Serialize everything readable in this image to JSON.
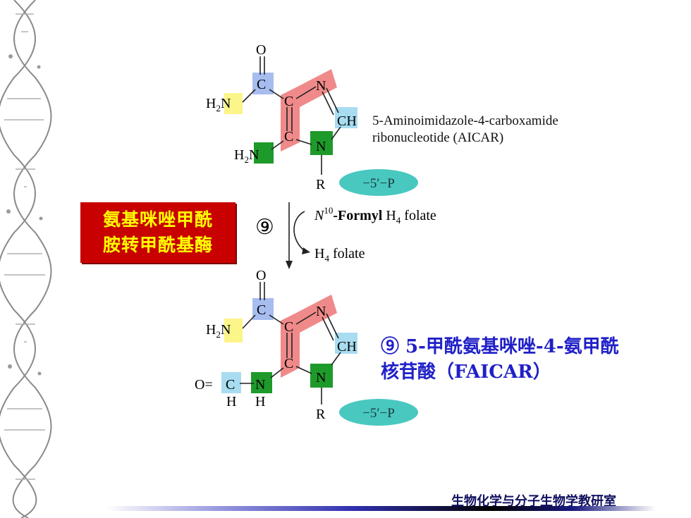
{
  "enzyme": {
    "line1": "氨基咪唑甲酰",
    "line2": "胺转甲酰基酶"
  },
  "step_number": "⑨",
  "reaction": {
    "cofactor_in_pre": "N",
    "cofactor_in_sup": "10",
    "cofactor_in_bold": "-Formyl",
    "cofactor_in_tail": " H",
    "cofactor_in_sub": "4",
    "cofactor_in_end": " folate",
    "cofactor_out_pre": "H",
    "cofactor_out_sub": "4",
    "cofactor_out_end": " folate"
  },
  "aicar": {
    "line1": "5-Aminoimidazole-4-carboxamide",
    "line2": "ribonucleotide (AICAR)",
    "phosphate": "−5′−P"
  },
  "faicar": {
    "line1": "⑨ 5-甲酰氨基咪唑-4-氨甲酰",
    "line2": "核苷酸（FAICAR）",
    "phosphate": "−5′−P"
  },
  "atoms": {
    "O": "O",
    "C": "C",
    "N": "N",
    "CH": "CH",
    "H2N": "H",
    "sub2": "2",
    "R": "R",
    "H": "H",
    "O_double": "O="
  },
  "footer": "生物化学与分子生物学教研室",
  "colors": {
    "red_highlight": "#f08a8a",
    "blue_highlight": "#a7bdf0",
    "yellow_highlight": "#fbf58a",
    "green_highlight": "#1e9a2a",
    "cyan_highlight": "#a8dcf0",
    "phosphate_oval": "#49c8c0",
    "enzyme_bg": "#c80000",
    "enzyme_text": "#ffff00",
    "faicar_text": "#2020c8"
  }
}
